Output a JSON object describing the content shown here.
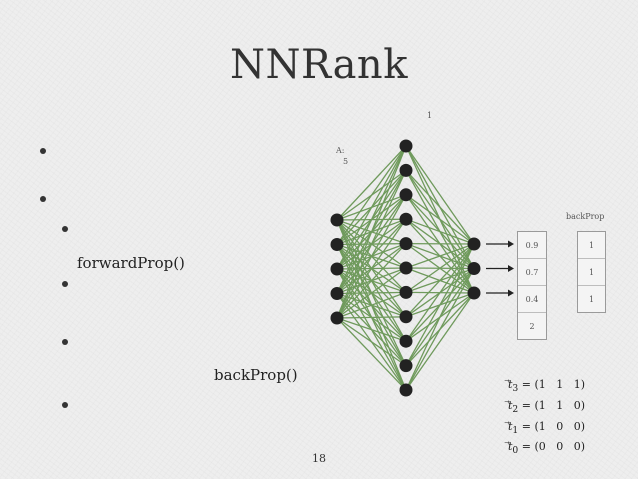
{
  "slide": {
    "title": "NNRank",
    "page_number": "18",
    "forward_label": "forwardProp()",
    "back_label": "backProp()"
  },
  "network": {
    "top_label": "1",
    "side_label_line1": "A:",
    "side_label_line2": "5",
    "input_nodes": 5,
    "hidden_nodes": 11,
    "output_nodes": 3,
    "edge_color": "#6f9a5c",
    "node_color": "#222222"
  },
  "output_box": {
    "values": [
      "0.9",
      "0.7",
      "0.4",
      "2"
    ]
  },
  "backprop": {
    "label": "backProp",
    "values": [
      "1",
      "1",
      "1"
    ]
  },
  "equations": [
    {
      "var": "t",
      "sub": "3",
      "vals": "= (1   1   1)"
    },
    {
      "var": "t",
      "sub": "2",
      "vals": "= (1   1   0)"
    },
    {
      "var": "t",
      "sub": "1",
      "vals": "= (1   0   0)"
    },
    {
      "var": "t",
      "sub": "0",
      "vals": "= (0   0   0)"
    }
  ]
}
